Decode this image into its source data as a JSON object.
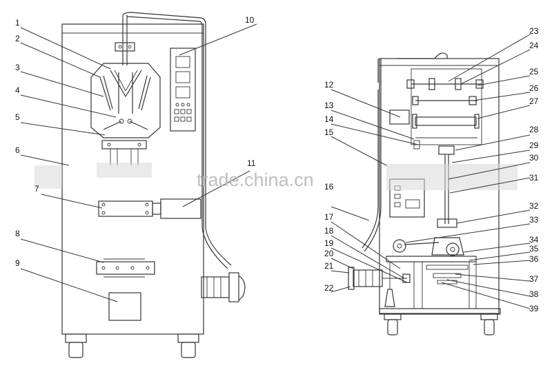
{
  "diagram": {
    "left_labels": [
      "1",
      "2",
      "3",
      "4",
      "5",
      "6",
      "7",
      "8",
      "9",
      "10",
      "11"
    ],
    "right_labels": [
      "12",
      "13",
      "14",
      "15",
      "16",
      "17",
      "18",
      "19",
      "20",
      "21",
      "22",
      "23",
      "24",
      "25",
      "26",
      "27",
      "28",
      "29",
      "30",
      "31",
      "32",
      "33",
      "34",
      "35",
      "36",
      "37",
      "38",
      "39"
    ],
    "watermark": "trade.china.cn"
  }
}
